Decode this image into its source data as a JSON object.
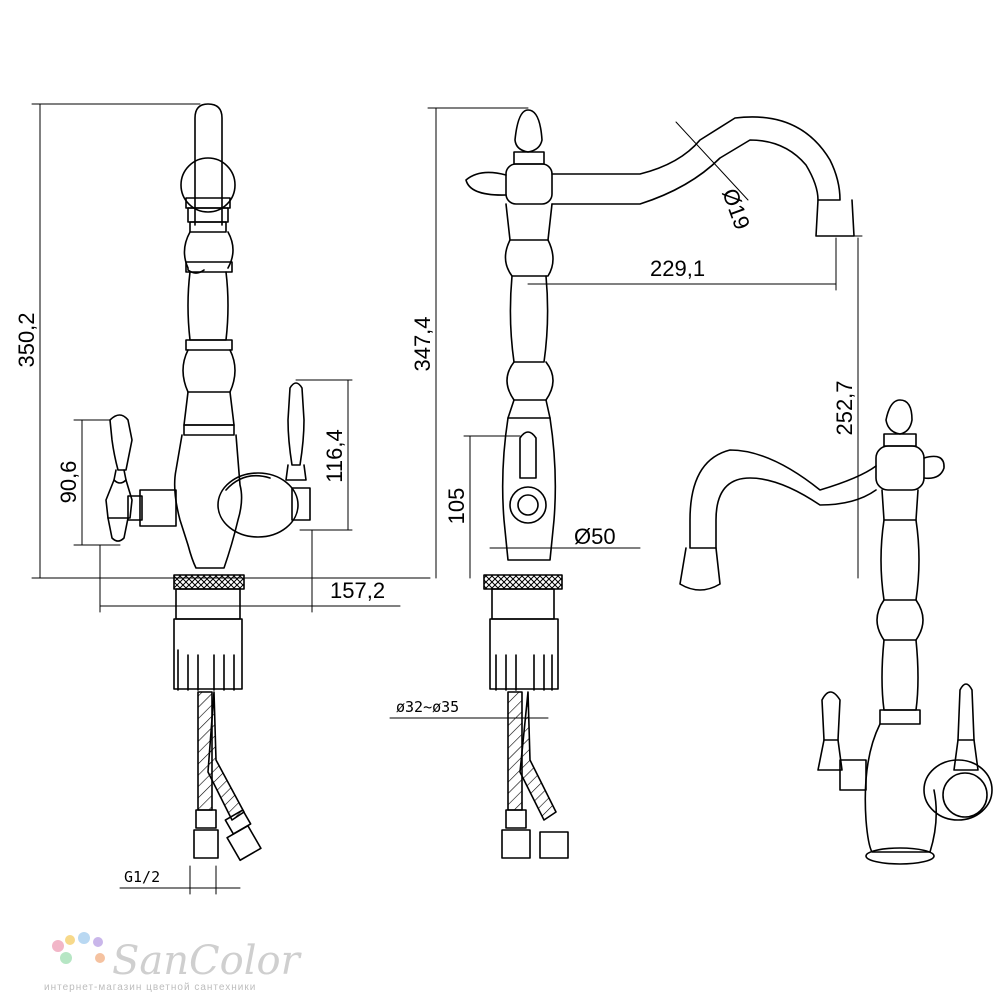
{
  "dimensions": {
    "front_height": "350,2",
    "front_handle_height": "90,6",
    "front_right_handle_height": "116,4",
    "front_width": "157,2",
    "thread": "G1/2",
    "side_height": "347,4",
    "side_handle_height": "105",
    "side_base_diameter": "Ø50",
    "side_hole_diameter": "ø32~ø35",
    "spout_diameter": "Ø19",
    "spout_reach": "229,1",
    "spout_height": "252,7"
  },
  "logo": {
    "name": "SanColor",
    "subtitle": "интернет-магазин цветной сантехники",
    "dot_colors": [
      "#f2b6c8",
      "#f7d98a",
      "#b9d8f2",
      "#c9b6ea",
      "#b6e6c4",
      "#f5c2a0"
    ]
  }
}
